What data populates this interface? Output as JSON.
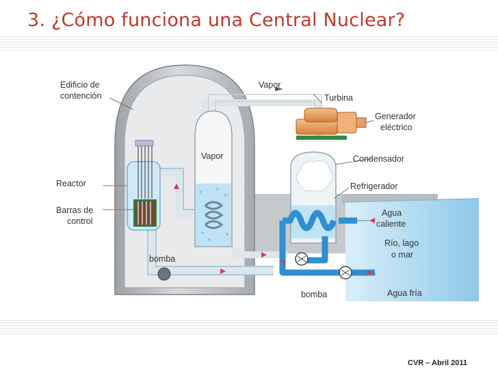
{
  "slide": {
    "title": "3. ¿Cómo funciona una Central Nuclear?",
    "footer": "CVR – Abril 2011"
  },
  "diagram": {
    "labels": {
      "edificio_l1": "Edificio de",
      "edificio_l2": "contención",
      "vapor_pipe": "Vapor",
      "turbina": "Turbina",
      "generador_l1": "Generador",
      "generador_l2": "eléctrico",
      "vapor_tank": "Vapor",
      "condensador": "Condensador",
      "reactor": "Reactor",
      "refrigerador": "Refrigerador",
      "barras_l1": "Barras de",
      "barras_l2": "control",
      "agua_caliente_l1": "Agua",
      "agua_caliente_l2": "caliente",
      "rio_l1": "Río, lago",
      "rio_l2": "o mar",
      "bomba_left": "bomba",
      "bomba_bottom": "bomba",
      "agua_fria": "Agua fría"
    },
    "colors": {
      "building": "#c9cccf",
      "pipe": "#eef2f4",
      "water": "#bfe3f5",
      "cooling": "#2f8fd0",
      "turbine": "#e39a55",
      "arrow_red": "#d23b56"
    }
  }
}
